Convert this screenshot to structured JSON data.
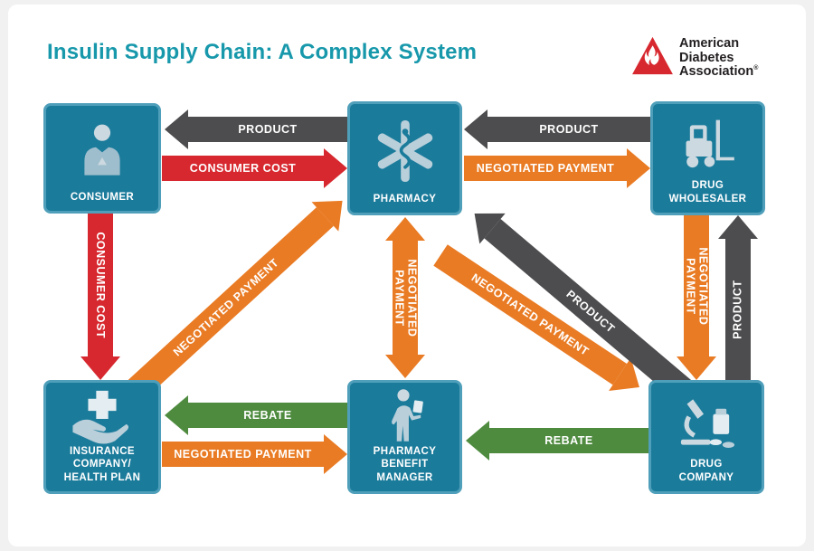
{
  "title": "Insulin Supply Chain: A Complex System",
  "logo": {
    "line1": "American",
    "line2": "Diabetes",
    "line3": "Association",
    "reg": "®"
  },
  "colors": {
    "page_bg": "#f1f1f2",
    "canvas_bg": "#ffffff",
    "title_teal": "#1798ab",
    "box_teal": "#1b7b9b",
    "box_border": "#4f9fba",
    "arrow_red": "#d7282f",
    "arrow_orange": "#e97b24",
    "arrow_gray": "#4d4d4f",
    "arrow_green": "#4e8b3f",
    "logo_red": "#d7282f",
    "logo_text": "#231f20"
  },
  "nodes": [
    {
      "id": "consumer",
      "label": "CONSUMER",
      "icon": "person-icon"
    },
    {
      "id": "pharmacy",
      "label": "PHARMACY",
      "icon": "star-of-life-icon"
    },
    {
      "id": "drug-wholesaler",
      "label": "DRUG\nWHOLESALER",
      "icon": "forklift-icon"
    },
    {
      "id": "insurance",
      "label": "INSURANCE\nCOMPANY/\nHEALTH PLAN",
      "icon": "hands-holding-cross-icon"
    },
    {
      "id": "pbm",
      "label": "PHARMACY\nBENEFIT\nMANAGER",
      "icon": "pharmacist-with-clipboard-icon"
    },
    {
      "id": "drug-company",
      "label": "DRUG\nCOMPANY",
      "icon": "microscope-and-medicine-icon"
    }
  ],
  "arrows": [
    {
      "id": "product-pharmacy-to-consumer",
      "label": "PRODUCT",
      "from": "pharmacy",
      "to": "consumer",
      "color": "gray"
    },
    {
      "id": "consumer-cost-consumer-to-pharmacy",
      "label": "CONSUMER COST",
      "from": "consumer",
      "to": "pharmacy",
      "color": "red"
    },
    {
      "id": "product-wholesaler-to-pharmacy",
      "label": "PRODUCT",
      "from": "drug-wholesaler",
      "to": "pharmacy",
      "color": "gray"
    },
    {
      "id": "negotiated-payment-pharmacy-to-wholesaler",
      "label": "NEGOTIATED PAYMENT",
      "from": "pharmacy",
      "to": "drug-wholesaler",
      "color": "orange"
    },
    {
      "id": "consumer-cost-consumer-to-insurance",
      "label": "CONSUMER COST",
      "from": "consumer",
      "to": "insurance",
      "color": "red"
    },
    {
      "id": "negotiated-payment-insurance-to-pharmacy",
      "label": "NEGOTIATED PAYMENT",
      "from": "insurance",
      "to": "pharmacy",
      "color": "orange"
    },
    {
      "id": "negotiated-payment-pharmacy-pbm",
      "label": "NEGOTIATED\nPAYMENT",
      "from": "pharmacy",
      "to": "pbm",
      "bidirectional": true,
      "color": "orange"
    },
    {
      "id": "negotiated-payment-pharmacy-to-drug-company",
      "label": "NEGOTIATED PAYMENT",
      "from": "pharmacy",
      "to": "drug-company",
      "color": "orange"
    },
    {
      "id": "product-drug-company-to-pharmacy",
      "label": "PRODUCT",
      "from": "drug-company",
      "to": "pharmacy",
      "color": "gray"
    },
    {
      "id": "negotiated-payment-wholesaler-to-drug-company",
      "label": "NEGOTIATED\nPAYMENT",
      "from": "drug-wholesaler",
      "to": "drug-company",
      "color": "orange"
    },
    {
      "id": "product-drug-company-to-wholesaler",
      "label": "PRODUCT",
      "from": "drug-company",
      "to": "drug-wholesaler",
      "color": "gray"
    },
    {
      "id": "rebate-pbm-to-insurance",
      "label": "REBATE",
      "from": "pbm",
      "to": "insurance",
      "color": "green"
    },
    {
      "id": "negotiated-payment-insurance-to-pbm",
      "label": "NEGOTIATED PAYMENT",
      "from": "insurance",
      "to": "pbm",
      "color": "orange"
    },
    {
      "id": "rebate-drug-company-to-pbm",
      "label": "REBATE",
      "from": "drug-company",
      "to": "pbm",
      "color": "green"
    }
  ]
}
